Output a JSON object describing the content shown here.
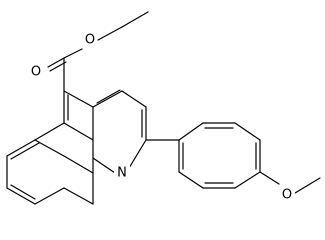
{
  "diagram": {
    "type": "chemical-structure",
    "atoms": {
      "ester_oxygen": "O",
      "carbonyl_oxygen": "O",
      "ring_nitrogen": "N",
      "methoxy_oxygen": "O"
    }
  }
}
